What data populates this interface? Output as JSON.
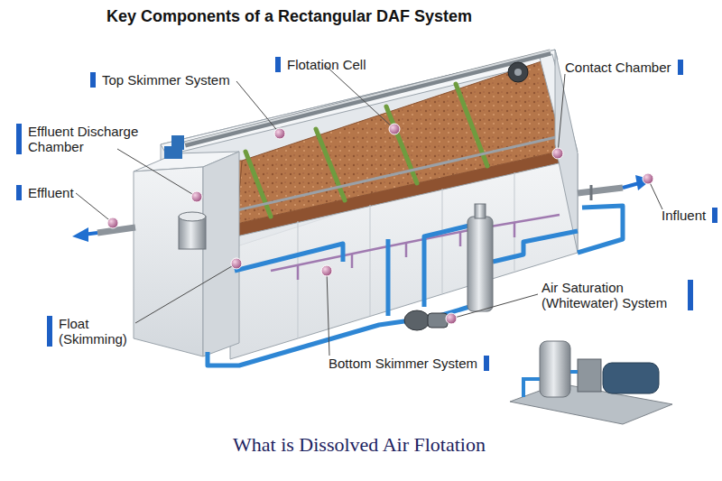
{
  "diagram": {
    "title": "Key Components of a Rectangular DAF System",
    "caption": "What is Dissolved Air Flotation",
    "labels": [
      "Top Skimmer System",
      "Flotation Cell",
      "Contact Chamber",
      "Effluent Discharge Chamber",
      "Effluent",
      "Influent",
      "Float (Skimming)",
      "Air Saturation (Whitewater) System",
      "Bottom Skimmer System"
    ]
  }
}
